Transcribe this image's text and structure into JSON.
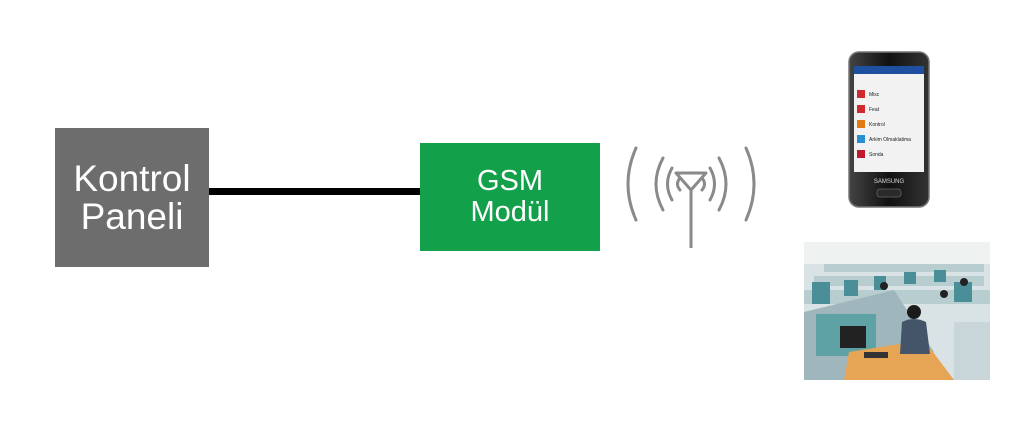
{
  "control_panel": {
    "line1": "Kontrol",
    "line2": "Paneli"
  },
  "gsm_module": {
    "line1": "GSM",
    "line2": "Modül"
  },
  "phone": {
    "brand": "SAMSUNG",
    "menu_items": [
      "Misc",
      "Feat",
      "Kontrol",
      "Arkim Olmaklatima",
      "Sonda"
    ]
  },
  "colors": {
    "panel": "#6d6d6d",
    "gsm": "#13a04a",
    "link": "#000000",
    "antenna": "#8a8a8a"
  },
  "icons": [
    "antenna-icon",
    "mobile-phone",
    "call-center-photo"
  ]
}
